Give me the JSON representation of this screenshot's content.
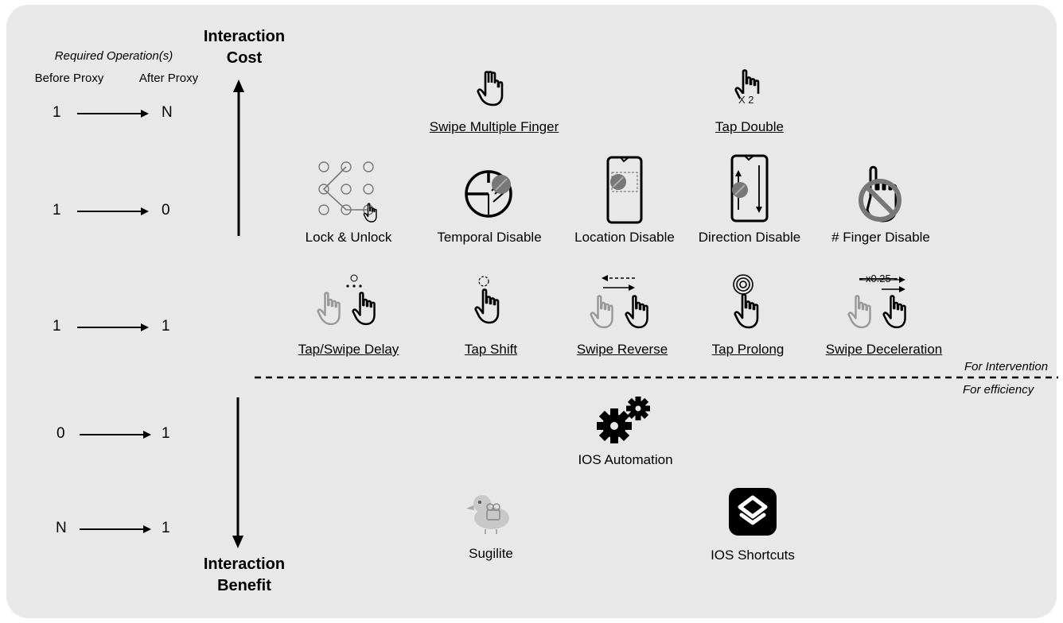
{
  "colors": {
    "panel_background": "#e8e8e8",
    "ink": "#000000",
    "faded_ink": "#888888",
    "disabled_grey": "#777777"
  },
  "left_column": {
    "header": "Required Operation(s)",
    "before_label": "Before Proxy",
    "after_label": "After Proxy",
    "rows": [
      {
        "before": "1",
        "after": "N"
      },
      {
        "before": "1",
        "after": "0"
      },
      {
        "before": "1",
        "after": "1"
      },
      {
        "before": "0",
        "after": "1"
      },
      {
        "before": "N",
        "after": "1"
      }
    ]
  },
  "axis": {
    "cost_label_line1": "Interaction",
    "cost_label_line2": "Cost",
    "benefit_label_line1": "Interaction",
    "benefit_label_line2": "Benefit"
  },
  "divider": {
    "above_label": "For Intervention",
    "below_label": "For efficiency"
  },
  "icons": {
    "swipe_multiple_finger": {
      "label": "Swipe Multiple Finger",
      "icon": "multi-finger-hand-icon"
    },
    "tap_double": {
      "label": "Tap Double",
      "icon": "tap-double-hand-icon",
      "badge": "X 2"
    },
    "lock_unlock": {
      "label": "Lock & Unlock",
      "icon": "pattern-lock-icon"
    },
    "temporal_disable": {
      "label": "Temporal Disable",
      "icon": "clock-disable-icon"
    },
    "location_disable": {
      "label": "Location Disable",
      "icon": "phone-location-disable-icon"
    },
    "direction_disable": {
      "label": "Direction Disable",
      "icon": "phone-direction-disable-icon"
    },
    "finger_disable": {
      "label": "# Finger Disable",
      "icon": "finger-prohibited-icon"
    },
    "tap_swipe_delay": {
      "label": "Tap/Swipe Delay",
      "icon": "delay-hands-icon"
    },
    "tap_shift": {
      "label": "Tap Shift",
      "icon": "tap-shift-hand-icon"
    },
    "swipe_reverse": {
      "label": "Swipe Reverse",
      "icon": "swipe-reverse-hands-icon"
    },
    "tap_prolong": {
      "label": "Tap Prolong",
      "icon": "tap-prolong-hand-icon"
    },
    "swipe_deceleration": {
      "label": "Swipe Deceleration",
      "icon": "swipe-deceleration-hands-icon",
      "badge": "- x0.25 -"
    },
    "ios_automation": {
      "label": "IOS Automation",
      "icon": "gears-icon"
    },
    "sugilite": {
      "label": "Sugilite",
      "icon": "sugilite-duck-icon"
    },
    "ios_shortcuts": {
      "label": "IOS Shortcuts",
      "icon": "shortcuts-app-icon"
    }
  }
}
